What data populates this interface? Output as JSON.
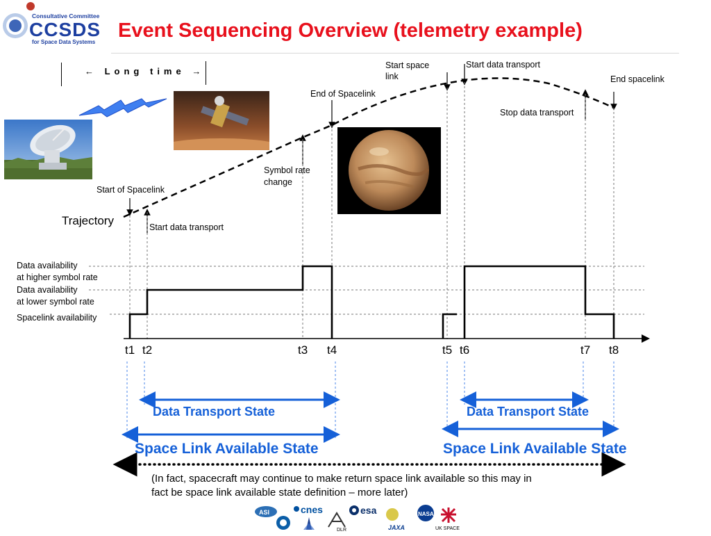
{
  "header": {
    "title": "Event Sequencing Overview (telemetry example)",
    "logo_line1": "Consultative Committee",
    "logo_word": "CCSDS",
    "logo_line2": "for Space Data Systems"
  },
  "long_time": "← Long time →",
  "trajectory_label": "Trajectory",
  "annotations": {
    "start_of_spacelink": "Start of Spacelink",
    "start_data_transport_1": "Start data transport",
    "symbol_rate_change_1": "Symbol rate",
    "symbol_rate_change_2": "change",
    "end_of_spacelink": "End of Spacelink",
    "start_space_link_1": "Start space",
    "start_space_link_2": "link",
    "start_data_transport_2": "Start data transport",
    "stop_data_transport": "Stop data transport",
    "end_spacelink": "End spacelink"
  },
  "levels": {
    "higher_1": "Data availability",
    "higher_2": "at higher symbol rate",
    "lower_1": "Data availability",
    "lower_2": "at lower symbol rate",
    "spacelink": "Spacelink availability"
  },
  "ticks": [
    "t1",
    "t2",
    "t3",
    "t4",
    "t5",
    "t6",
    "t7",
    "t8"
  ],
  "states": {
    "data_transport_1": "Data Transport State",
    "data_transport_2": "Data Transport State",
    "space_link_1": "Space Link Available State",
    "space_link_2": "Space Link Available State"
  },
  "note_line1": "(In fact, spacecraft  may continue to make return space link available so this may in",
  "note_line2": "fact be space link available state definition – more later)",
  "footer_logos": [
    "asi",
    "cnes",
    "dlr",
    "esa",
    "inpe",
    "jaxa",
    "nasa",
    "uk-space"
  ],
  "footer_text": {
    "asi": "ASI",
    "cnes": "cnes",
    "dlr": "DLR",
    "esa": "esa",
    "jaxa": "JAXA",
    "nasa": "NASA",
    "uk": "UK SPACE"
  },
  "colors": {
    "title": "#e8101c",
    "state": "#1560d8",
    "logo_blue": "#1d3fa0"
  }
}
